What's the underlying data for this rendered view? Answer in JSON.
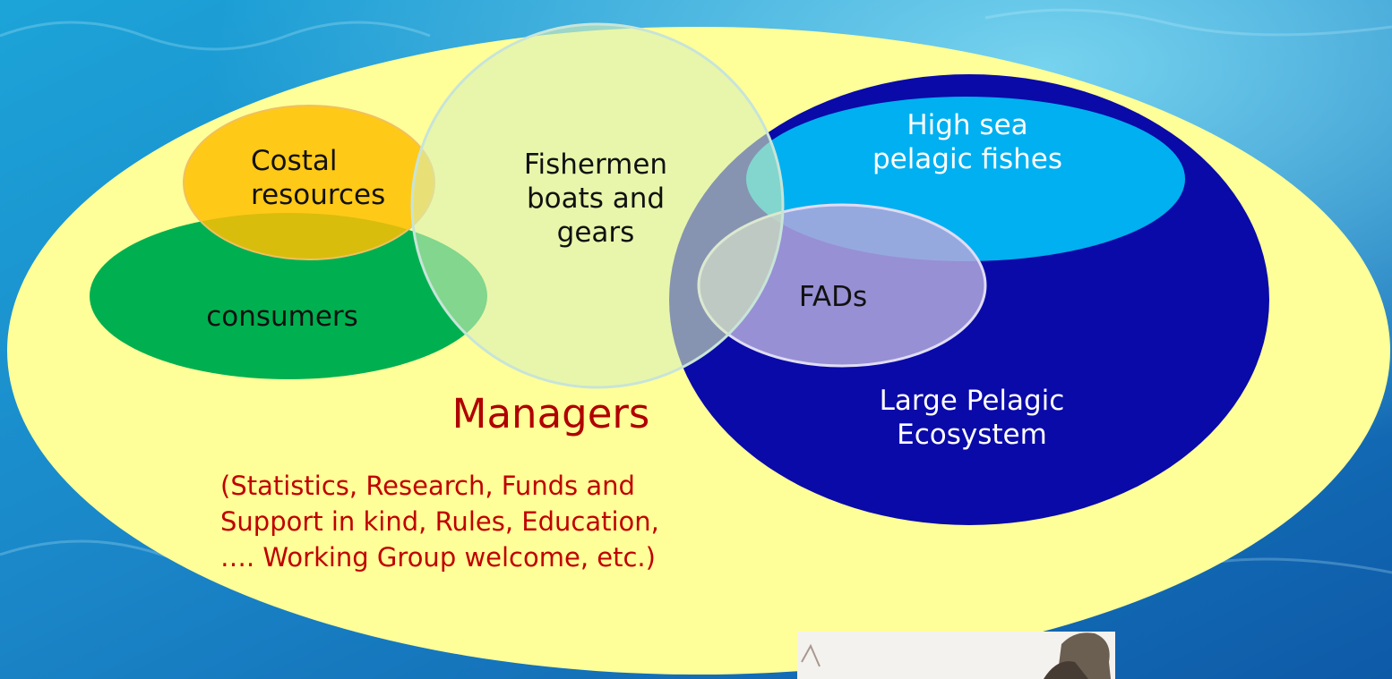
{
  "diagram": {
    "outer": {
      "title": "Managers",
      "details": [
        "(Statistics, Research, Funds and",
        "Support in kind, Rules, Education,",
        "…. Working Group welcome, etc.)"
      ]
    },
    "nodes": {
      "costal": {
        "line1": "Costal",
        "line2": "resources"
      },
      "consumers": {
        "label": "consumers"
      },
      "fishermen": {
        "line1": "Fishermen",
        "line2": "boats and",
        "line3": "gears"
      },
      "high_sea": {
        "line1": "High sea",
        "line2": "pelagic fishes"
      },
      "fads": {
        "label": "FADs"
      },
      "large_pelagic": {
        "line1": "Large Pelagic",
        "line2": "Ecosystem"
      }
    },
    "colors": {
      "outer": "#ffff99",
      "consumers": "#00b050",
      "costal": "#ffc000",
      "fishermen": "#d8f0b8",
      "large_pelagic": "#0a0aa8",
      "high_sea": "#00b0f0",
      "fads": "#b0a8dc",
      "managers_text": "#b00000"
    }
  }
}
